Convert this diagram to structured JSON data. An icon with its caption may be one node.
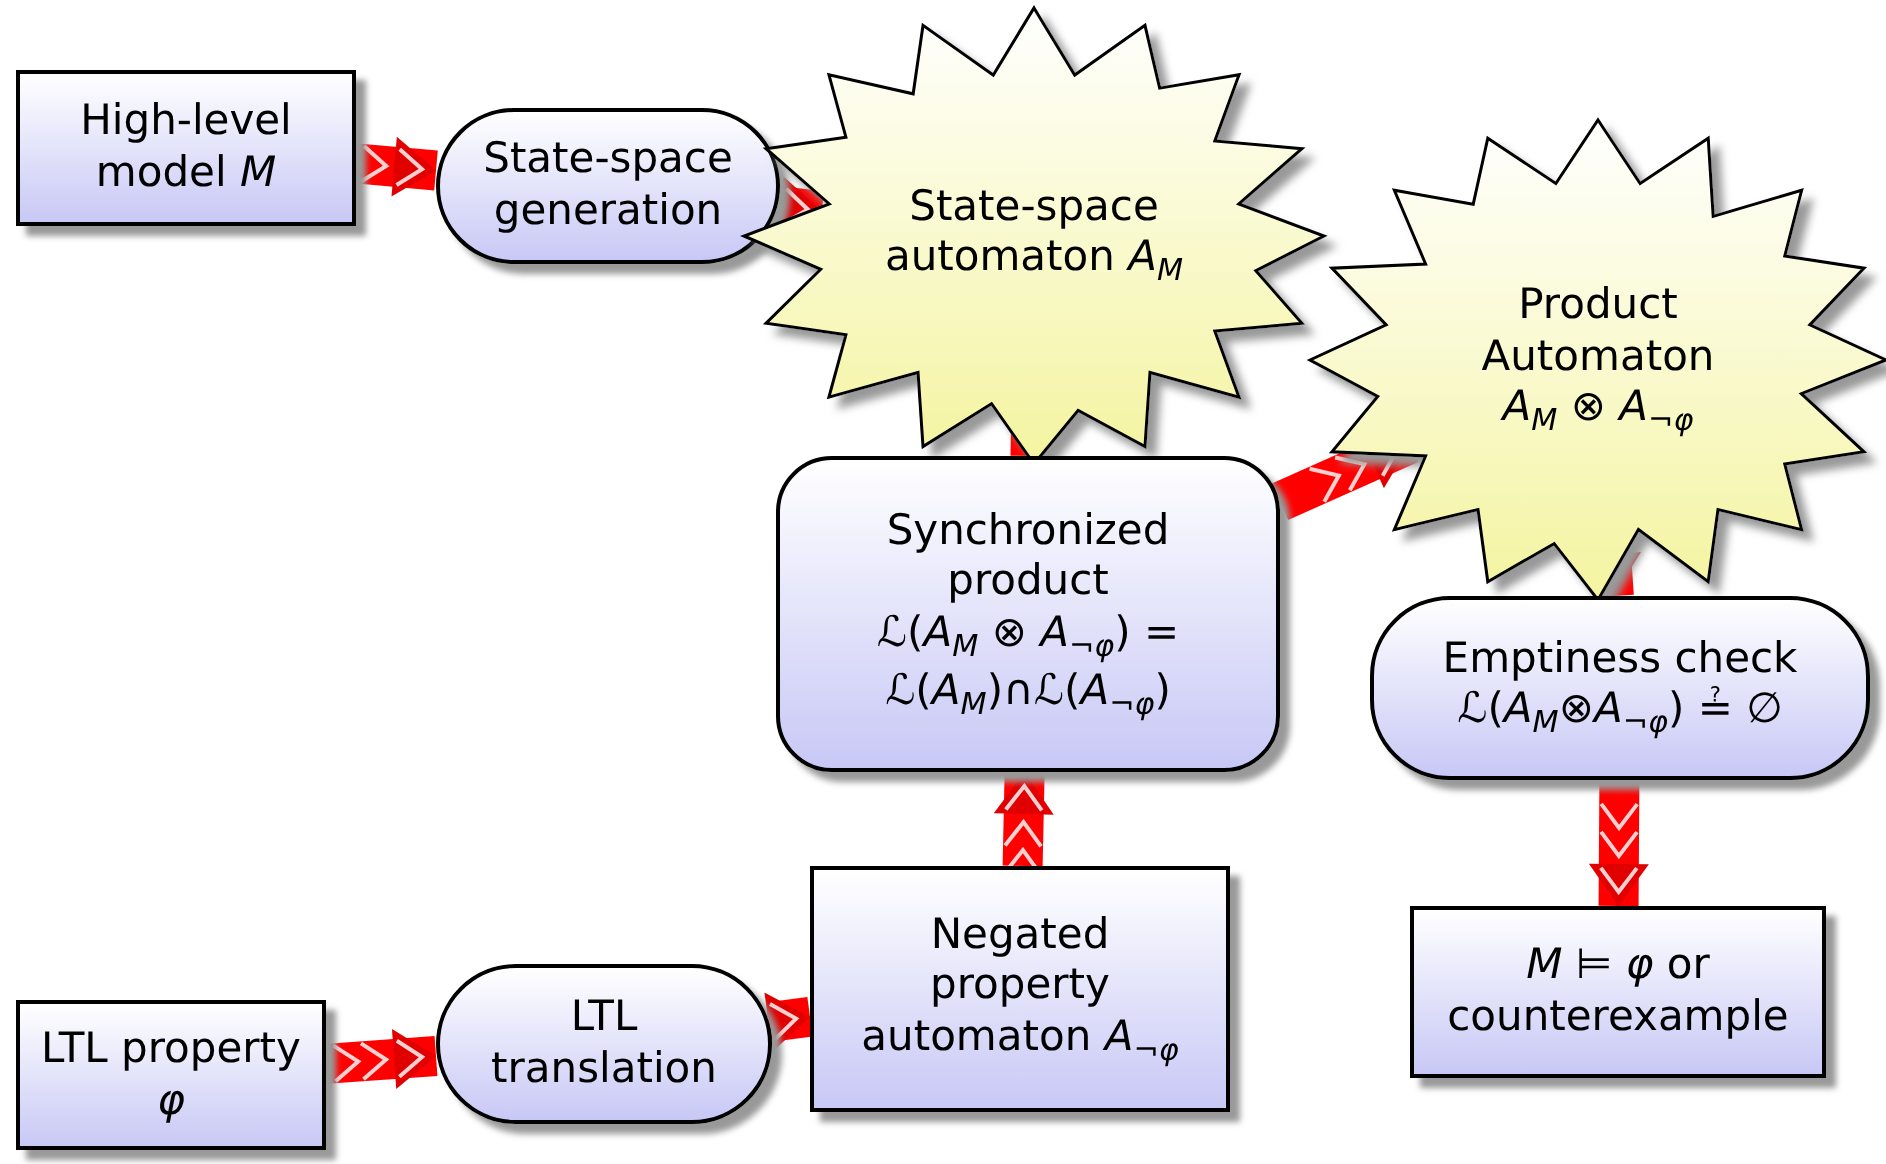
{
  "diagram": {
    "nodes": [
      {
        "text": [
          "High-level model *M*"
        ]
      },
      {
        "text": [
          "State-space generation"
        ]
      },
      {
        "text": [
          "State-space automaton *A*$_{M}$"
        ]
      },
      {
        "text": [
          "Product Automaton *A*$_{M}$ ⊗ *A*$_{¬φ}$"
        ]
      },
      {
        "text": [
          "Synchronized product",
          "ℒ(*A*$_{M}$ ⊗ *A*$_{¬φ}$) = ℒ(*A*$_{M}$)∩ℒ(*A*$_{¬φ}$)"
        ]
      },
      {
        "text": [
          "Emptiness check",
          "ℒ(*A*$_{M}$⊗*A*$_{¬φ}$) ≟ ∅"
        ]
      },
      {
        "text": [
          "Negated property automaton *A*$_{¬φ}$"
        ]
      },
      {
        "text": [
          "*M* ⊨ *φ* or counterexample"
        ]
      },
      {
        "text": [
          "LTL property *φ*"
        ]
      },
      {
        "text": [
          "LTL translation"
        ]
      }
    ],
    "edges": [
      {
        "from": 0,
        "to": 1,
        "arrow": "to"
      },
      {
        "from": 1,
        "to": 2,
        "arrow": "to"
      },
      {
        "from": 2,
        "to": 4,
        "arrow": "to"
      },
      {
        "from": 6,
        "to": 4,
        "arrow": "to"
      },
      {
        "from": 4,
        "to": 3,
        "arrow": "to"
      },
      {
        "from": 3,
        "to": 5,
        "arrow": "to"
      },
      {
        "from": 5,
        "to": 7,
        "arrow": "to"
      },
      {
        "from": 8,
        "to": 9,
        "arrow": "to"
      },
      {
        "from": 9,
        "to": 6,
        "arrow": "to"
      }
    ]
  }
}
